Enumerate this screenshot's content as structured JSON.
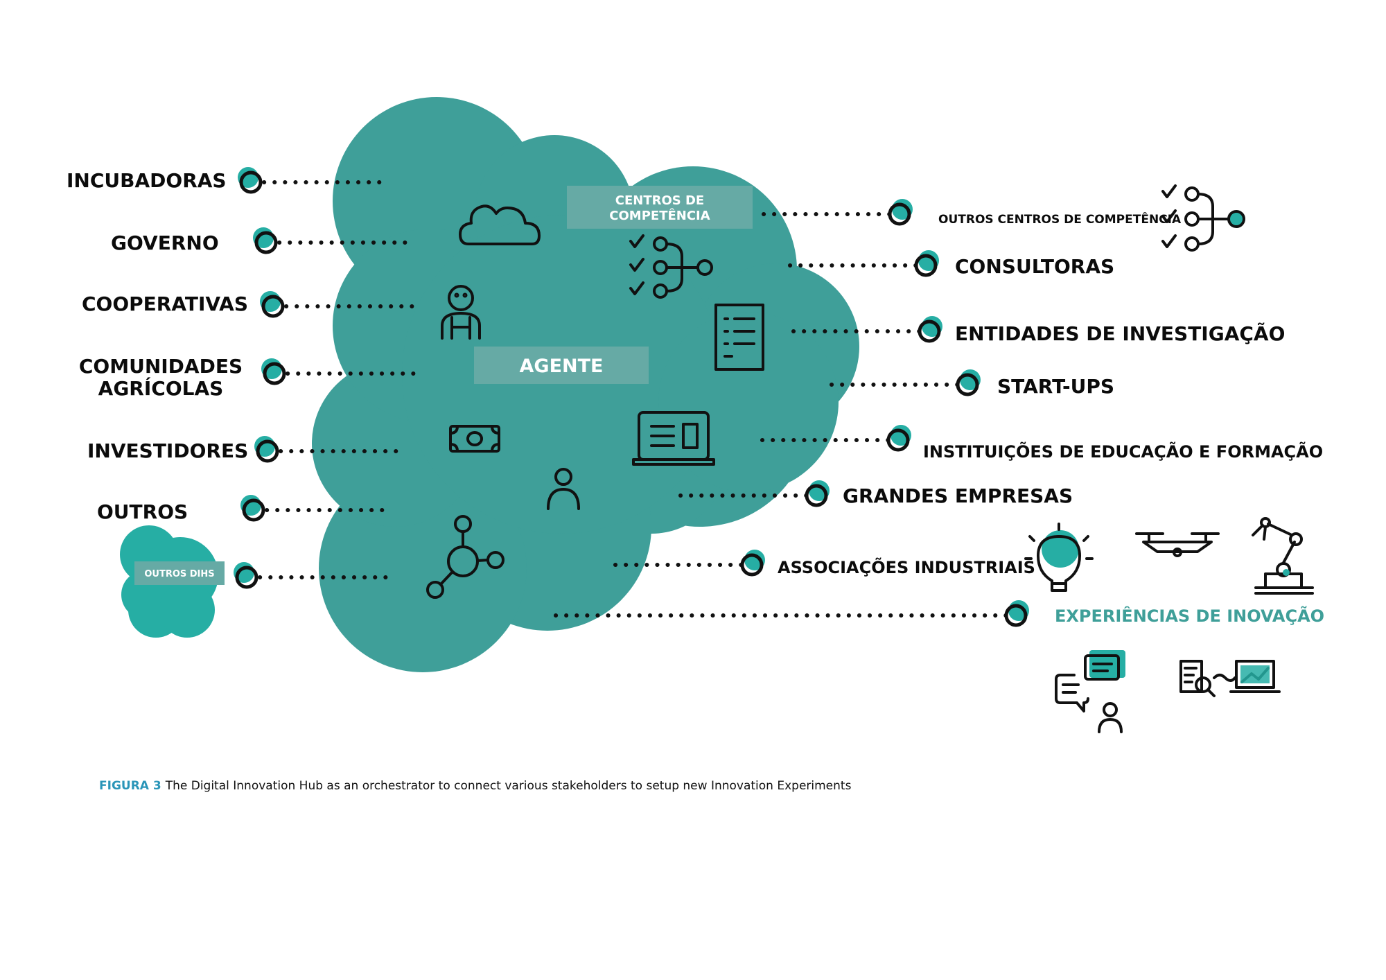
{
  "center": {
    "competence_centers_line1": "CENTROS DE",
    "competence_centers_line2": "COMPETÊNCIA",
    "agent": "AGENTE"
  },
  "left_stakeholders": {
    "incubadoras": "INCUBADORAS",
    "governo": "GOVERNO",
    "cooperativas": "COOPERATIVAS",
    "comunidades_line1": "COMUNIDADES",
    "comunidades_line2": "AGRÍCOLAS",
    "investidores": "INVESTIDORES",
    "outros": "OUTROS",
    "outros_dihs": "OUTROS DIHS"
  },
  "right_stakeholders": {
    "outros_centros": "OUTROS CENTROS DE COMPETÊNCIA",
    "consultoras": "CONSULTORAS",
    "entidades": "ENTIDADES DE INVESTIGAÇÃO",
    "startups": "START-UPS",
    "instituicoes": "INSTITUIÇÕES DE EDUCAÇÃO E FORMAÇÃO",
    "grandes_empresas": "GRANDES EMPRESAS",
    "associacoes": "ASSOCIAÇÕES INDUSTRIAIS",
    "experiencias": "EXPERIÊNCIAS DE INOVAÇÃO"
  },
  "caption": {
    "figure_label": "FIGURA 3",
    "text": "The Digital Innovation Hub as an orchestrator to connect various stakeholders to setup new Innovation Experiments"
  },
  "icons": [
    "cloud-icon",
    "checklist-network-icon",
    "farmer-icon",
    "document-list-icon",
    "money-icon",
    "laptop-icon",
    "person-icon",
    "hub-network-icon",
    "lightbulb-icon",
    "drone-icon",
    "robot-arm-icon",
    "chat-person-icon",
    "analytics-icon"
  ],
  "colors": {
    "cloud": "#3f9f99",
    "accent": "#26aea4",
    "badge": "#66aaa5",
    "caption_label": "#2a95b8",
    "text": "#0b0b0b"
  }
}
